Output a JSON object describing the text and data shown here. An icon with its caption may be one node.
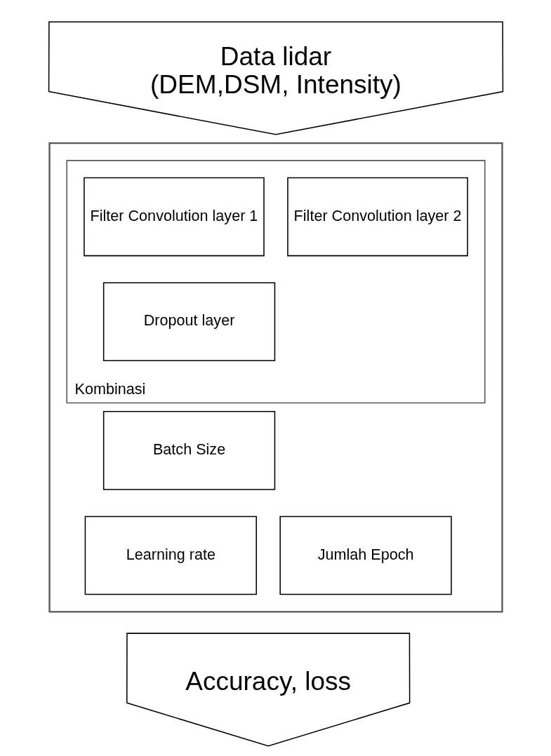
{
  "diagram": {
    "nodes": [
      {
        "text": [
          "Data lidar (DEM,DSM, Intensity)"
        ]
      },
      {
        "text": [],
        "shape": "box"
      },
      {
        "text": [
          "Kombinasi"
        ],
        "in": 1
      },
      {
        "text": [
          "Filter Convolution layer 1"
        ],
        "in": 2
      },
      {
        "text": [
          "Filter Convolution layer 2"
        ],
        "in": 2
      },
      {
        "text": [
          "Dropout layer"
        ],
        "in": 2
      },
      {
        "text": [
          "Batch Size"
        ],
        "in": 1
      },
      {
        "text": [
          "Learning rate"
        ],
        "in": 1
      },
      {
        "text": [
          "Jumlah Epoch"
        ],
        "in": 1
      },
      {
        "text": [
          "Accuracy, loss"
        ]
      }
    ],
    "edges": []
  }
}
